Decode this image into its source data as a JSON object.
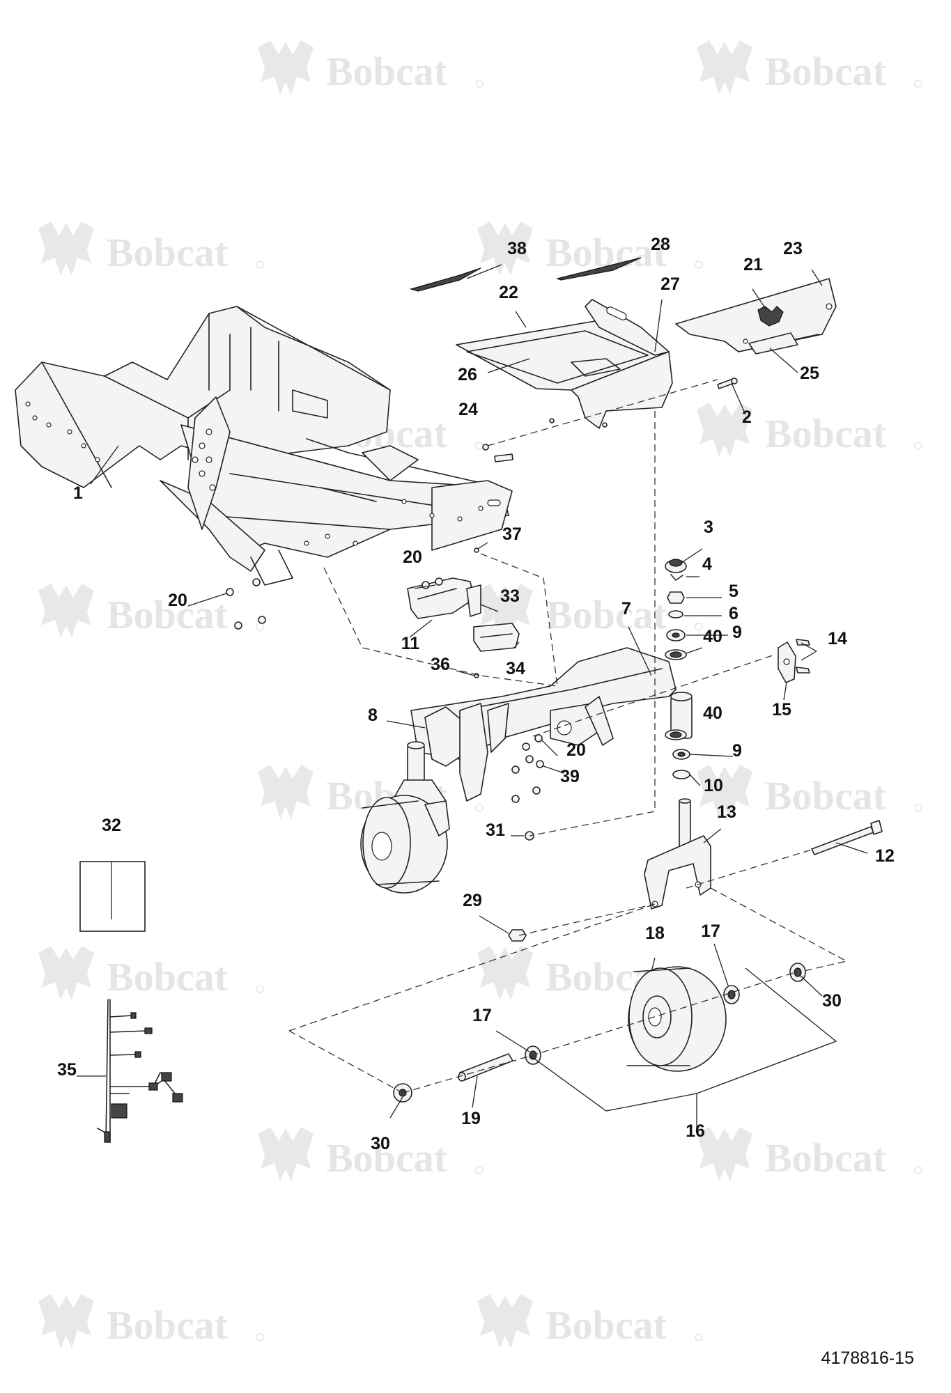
{
  "watermark": {
    "text": "Bobcat"
  },
  "document_id": "4178816-15",
  "callouts": [
    {
      "id": "c1",
      "label": "1"
    },
    {
      "id": "c2",
      "label": "2"
    },
    {
      "id": "c3",
      "label": "3"
    },
    {
      "id": "c4",
      "label": "4"
    },
    {
      "id": "c5",
      "label": "5"
    },
    {
      "id": "c6",
      "label": "6"
    },
    {
      "id": "c7",
      "label": "7"
    },
    {
      "id": "c8",
      "label": "8"
    },
    {
      "id": "c9a",
      "label": "9"
    },
    {
      "id": "c9b",
      "label": "9"
    },
    {
      "id": "c10",
      "label": "10"
    },
    {
      "id": "c11",
      "label": "11"
    },
    {
      "id": "c12",
      "label": "12"
    },
    {
      "id": "c13",
      "label": "13"
    },
    {
      "id": "c14",
      "label": "14"
    },
    {
      "id": "c15",
      "label": "15"
    },
    {
      "id": "c16",
      "label": "16"
    },
    {
      "id": "c17a",
      "label": "17"
    },
    {
      "id": "c17b",
      "label": "17"
    },
    {
      "id": "c18",
      "label": "18"
    },
    {
      "id": "c19",
      "label": "19"
    },
    {
      "id": "c20a",
      "label": "20"
    },
    {
      "id": "c20b",
      "label": "20"
    },
    {
      "id": "c20c",
      "label": "20"
    },
    {
      "id": "c21",
      "label": "21"
    },
    {
      "id": "c22",
      "label": "22"
    },
    {
      "id": "c23",
      "label": "23"
    },
    {
      "id": "c24",
      "label": "24"
    },
    {
      "id": "c25",
      "label": "25"
    },
    {
      "id": "c26",
      "label": "26"
    },
    {
      "id": "c27",
      "label": "27"
    },
    {
      "id": "c28",
      "label": "28"
    },
    {
      "id": "c29",
      "label": "29"
    },
    {
      "id": "c30a",
      "label": "30"
    },
    {
      "id": "c30b",
      "label": "30"
    },
    {
      "id": "c31",
      "label": "31"
    },
    {
      "id": "c32",
      "label": "32"
    },
    {
      "id": "c33",
      "label": "33"
    },
    {
      "id": "c34",
      "label": "34"
    },
    {
      "id": "c35",
      "label": "35"
    },
    {
      "id": "c36",
      "label": "36"
    },
    {
      "id": "c37",
      "label": "37"
    },
    {
      "id": "c38",
      "label": "38"
    },
    {
      "id": "c39",
      "label": "39"
    },
    {
      "id": "c40a",
      "label": "40"
    },
    {
      "id": "c40b",
      "label": "40"
    }
  ]
}
